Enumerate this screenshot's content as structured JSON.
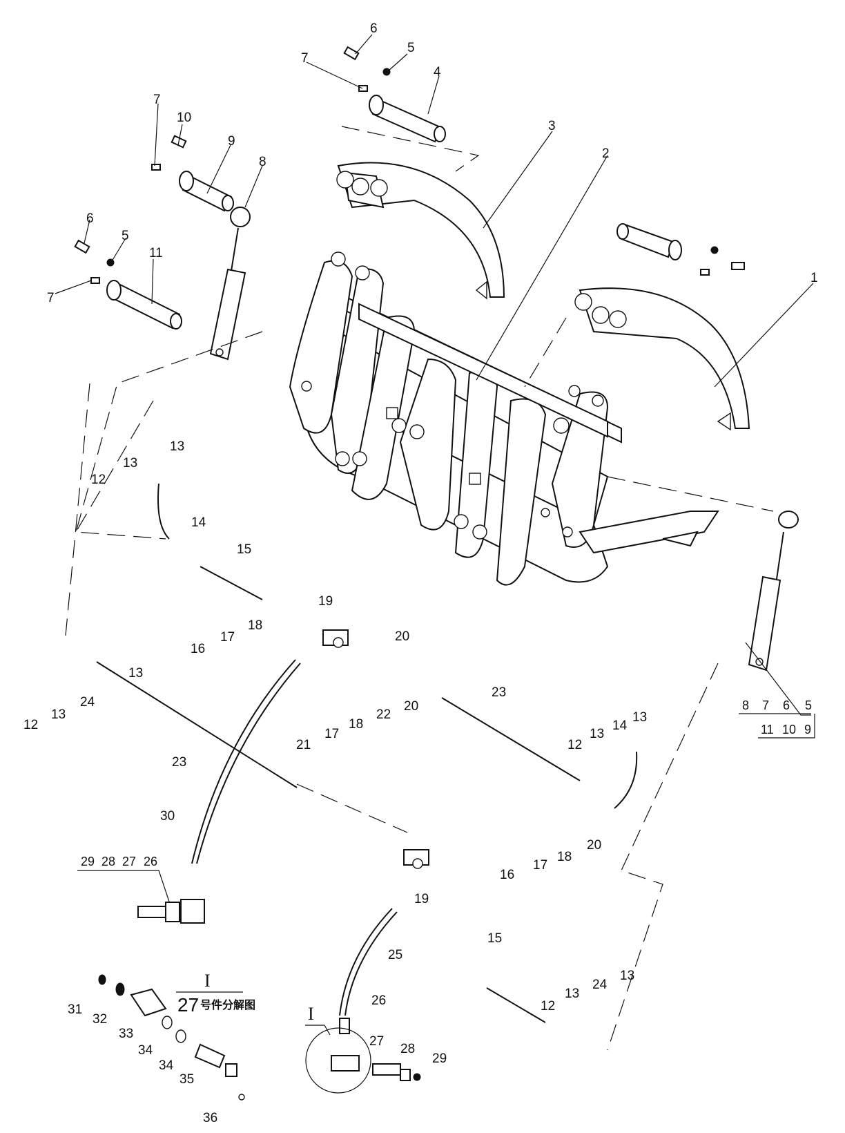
{
  "callouts": {
    "c1": "1",
    "c2": "2",
    "c3": "3",
    "c4": "4",
    "c5a": "5",
    "c5b": "5",
    "c6a": "6",
    "c6b": "6",
    "c7a": "7",
    "c7b": "7",
    "c7c": "7",
    "c8": "8",
    "c9": "9",
    "c10": "10",
    "c11": "11",
    "c12a": "12",
    "c12b": "12",
    "c12c": "12",
    "c12d": "12",
    "c13a": "13",
    "c13b": "13",
    "c13c": "13",
    "c13d": "13",
    "c13e": "13",
    "c13f": "13",
    "c13g": "13",
    "c13h": "13",
    "c14a": "14",
    "c14b": "14",
    "c15a": "15",
    "c15b": "15",
    "c16a": "16",
    "c16b": "16",
    "c17a": "17",
    "c17b": "17",
    "c17c": "17",
    "c18a": "18",
    "c18b": "18",
    "c18c": "18",
    "c19a": "19",
    "c19b": "19",
    "c20a": "20",
    "c20b": "20",
    "c20c": "20",
    "c21": "21",
    "c22": "22",
    "c23a": "23",
    "c23b": "23",
    "c24a": "24",
    "c24b": "24",
    "c25": "25",
    "c26a": "26",
    "c27": "27",
    "c28": "28",
    "c29": "29",
    "c30": "30",
    "c31": "31",
    "c32": "32",
    "c33": "33",
    "c34a": "34",
    "c34b": "34",
    "c35": "35",
    "c36": "36"
  },
  "group_labels": {
    "right_top": [
      "8",
      "7",
      "6",
      "5"
    ],
    "right_bottom": [
      "11",
      "10",
      "9"
    ],
    "left_fitting": [
      "29",
      "28",
      "27",
      "26"
    ]
  },
  "detail": {
    "marker": "I",
    "title_roman": "I",
    "title_number": "27",
    "title_text": "号件分解图"
  }
}
